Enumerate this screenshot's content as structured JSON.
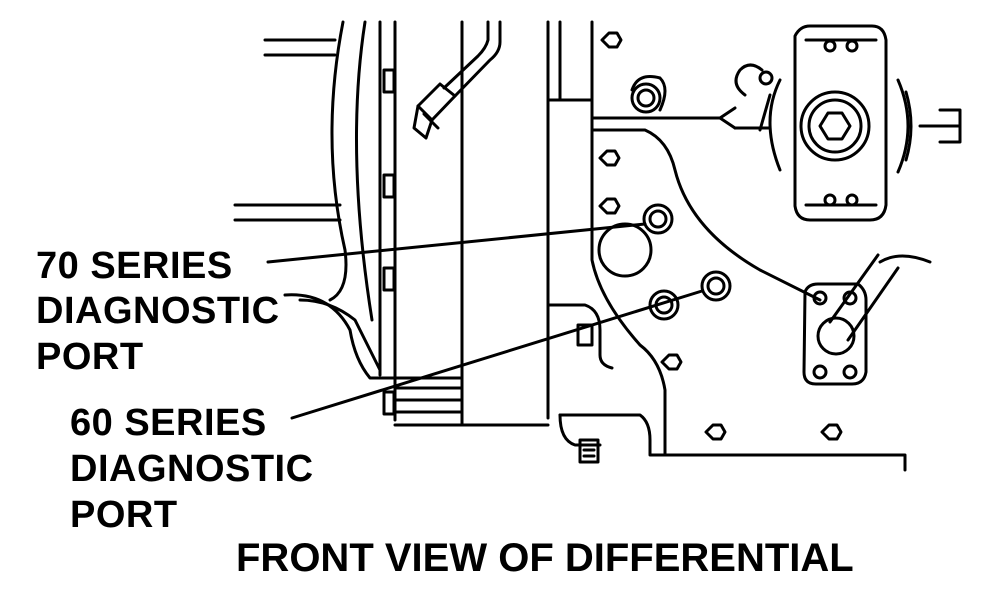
{
  "colors": {
    "ink": "#000000",
    "paper": "#ffffff"
  },
  "callouts": {
    "series70": {
      "line1": "70 SERIES",
      "line2": "DIAGNOSTIC",
      "line3": "PORT"
    },
    "series60": {
      "line1": "60 SERIES",
      "line2": "DIAGNOSTIC",
      "line3": "PORT"
    }
  },
  "caption": "FRONT VIEW OF DIFFERENTIAL"
}
